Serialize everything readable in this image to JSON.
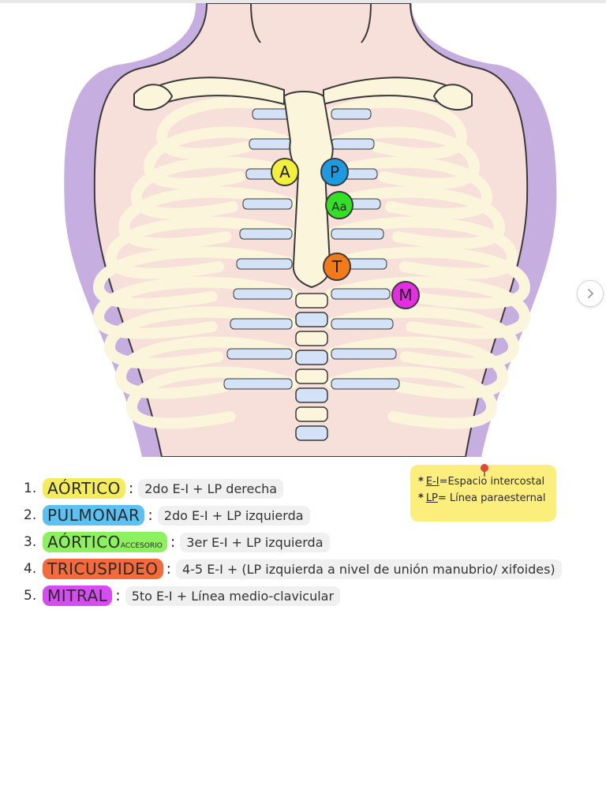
{
  "colors": {
    "skin": "#f7e0d9",
    "shadow": "#c7aee0",
    "bone": "#fbf5dc",
    "cartilage": "#d4e2f7",
    "outline": "#3a3a3a",
    "aortic": "#f2f03a",
    "pulmonar": "#1e9be0",
    "accessory": "#34e026",
    "tricuspid": "#f37a18",
    "mitral": "#e52ee3"
  },
  "markers": [
    {
      "letter": "A",
      "color": "#f2f03a"
    },
    {
      "letter": "P",
      "color": "#1e9be0"
    },
    {
      "letter": "Aa",
      "color": "#34e026"
    },
    {
      "letter": "T",
      "color": "#f37a18"
    },
    {
      "letter": "M",
      "color": "#e52ee3"
    }
  ],
  "legend": [
    {
      "number": "1.",
      "name": "AÓRTICO",
      "suffix": "",
      "highlight": "#f4ec5c",
      "description": "2do E-I + LP derecha"
    },
    {
      "number": "2.",
      "name": "PULMONAR",
      "suffix": "",
      "highlight": "#5ac1f2",
      "description": "2do E-I + LP izquierda"
    },
    {
      "number": "3.",
      "name": "AÓRTICO",
      "suffix": "ACCESORIO",
      "highlight": "#8df05e",
      "description": "3er E-I + LP izquierda"
    },
    {
      "number": "4.",
      "name": "TRICUSPIDEO",
      "suffix": "",
      "highlight": "#f46a3b",
      "description": "4-5 E-I + (LP izquierda a nivel de unión manubrio/ xifoides)"
    },
    {
      "number": "5.",
      "name": "MITRAL",
      "suffix": "",
      "highlight": "#d54cf0",
      "description": "5to E-I + Línea medio-clavicular"
    }
  ],
  "note": {
    "lines": [
      {
        "abbr": "E-I",
        "text": "=Espacio intercostal"
      },
      {
        "abbr": "LP",
        "text": "= Línea paraesternal"
      }
    ]
  },
  "navigation": {
    "next_icon": "chevron-right-icon"
  }
}
